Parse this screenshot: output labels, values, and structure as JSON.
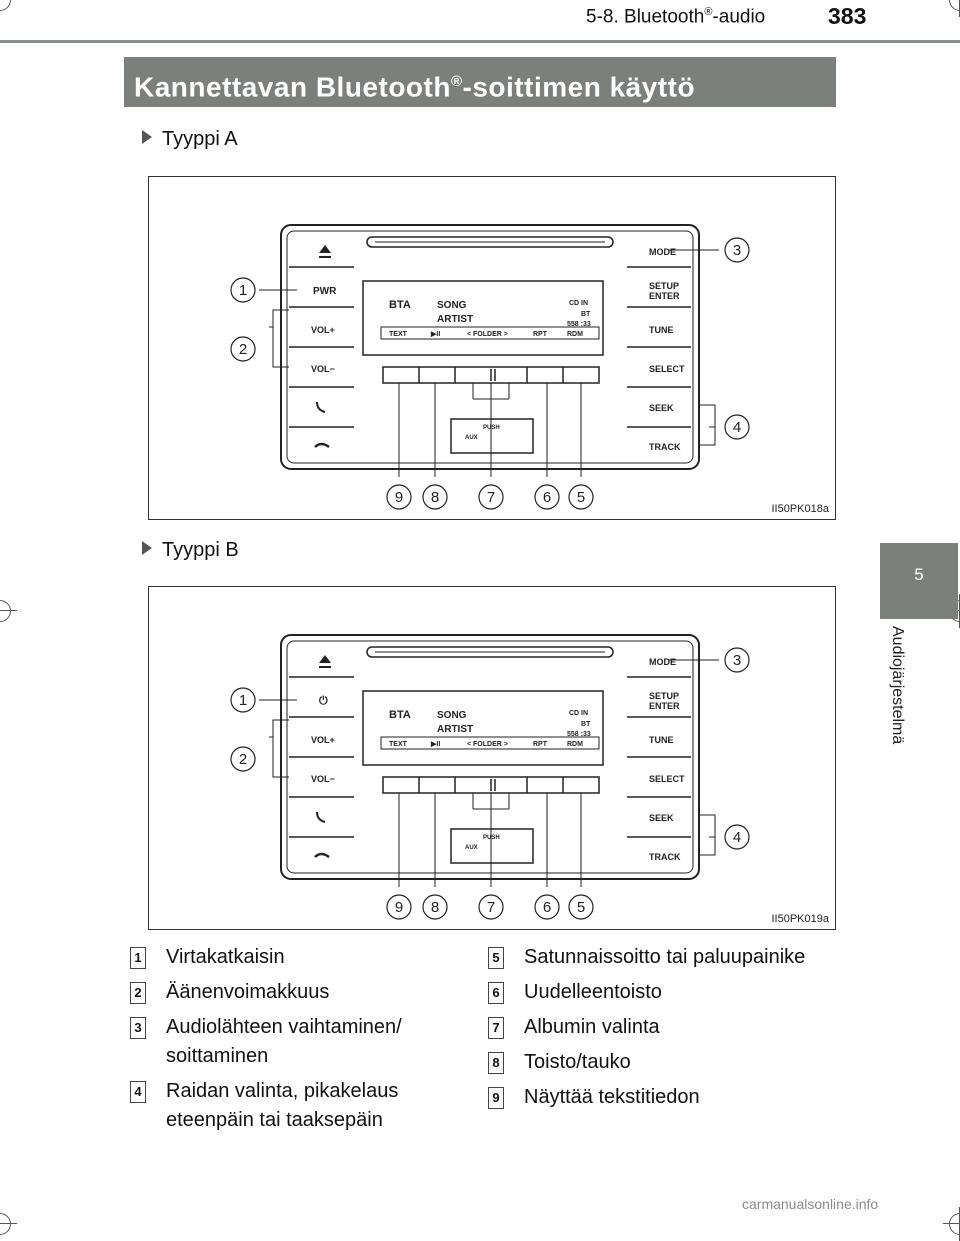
{
  "header": {
    "section": "5-8. Bluetooth",
    "section_sup": "®",
    "section_suffix": "-audio",
    "page": "383"
  },
  "title": {
    "main": "Kannettavan Bluetooth",
    "sup": "®",
    "suffix": "-soittimen käyttö"
  },
  "side_tab": {
    "number": "5",
    "label": "Audiojärjestelmä"
  },
  "figures": [
    {
      "type_label": "Tyyppi A",
      "code": "II50PK018a",
      "power_label": "PWR",
      "buttons_left": [
        "VOL+",
        "VOL−"
      ],
      "buttons_right": [
        "MODE",
        "SETUP",
        "ENTER",
        "TUNE",
        "SELECT",
        "SEEK",
        "TRACK"
      ],
      "display": {
        "source": "BTA",
        "song": "SONG",
        "artist": "ARTIST",
        "badge1": "CD IN",
        "badge2": "BT",
        "time": "558 :33"
      },
      "display_keys": [
        "TEXT",
        "▶II",
        "< FOLDER >",
        "RPT",
        "RDM"
      ],
      "usb": {
        "push": "PUSH",
        "aux": "AUX"
      },
      "callouts": [
        "1",
        "2",
        "3",
        "4",
        "5",
        "6",
        "7",
        "8",
        "9"
      ]
    },
    {
      "type_label": "Tyyppi B",
      "code": "II50PK019a",
      "power_label": "⏻",
      "buttons_left": [
        "VOL+",
        "VOL−"
      ],
      "buttons_right": [
        "MODE",
        "SETUP",
        "ENTER",
        "TUNE",
        "SELECT",
        "SEEK",
        "TRACK"
      ],
      "display": {
        "source": "BTA",
        "song": "SONG",
        "artist": "ARTIST",
        "badge1": "CD IN",
        "badge2": "BT",
        "time": "558 :33"
      },
      "display_keys": [
        "TEXT",
        "▶II",
        "< FOLDER >",
        "RPT",
        "RDM"
      ],
      "usb": {
        "push": "PUSH",
        "aux": "AUX"
      },
      "callouts": [
        "1",
        "2",
        "3",
        "4",
        "5",
        "6",
        "7",
        "8",
        "9"
      ]
    }
  ],
  "legend_left": [
    {
      "num": "1",
      "lines": [
        "Virtakatkaisin"
      ]
    },
    {
      "num": "2",
      "lines": [
        "Äänenvoimakkuus"
      ]
    },
    {
      "num": "3",
      "lines": [
        "Audiolähteen vaihtaminen/",
        "soittaminen"
      ]
    },
    {
      "num": "4",
      "lines": [
        "Raidan valinta, pikakelaus",
        "eteenpäin tai taaksepäin"
      ]
    }
  ],
  "legend_right": [
    {
      "num": "5",
      "lines": [
        "Satunnaissoitto tai paluupainike"
      ]
    },
    {
      "num": "6",
      "lines": [
        "Uudelleentoisto"
      ]
    },
    {
      "num": "7",
      "lines": [
        "Albumin valinta"
      ]
    },
    {
      "num": "8",
      "lines": [
        "Toisto/tauko"
      ]
    },
    {
      "num": "9",
      "lines": [
        "Näyttää tekstitiedon"
      ]
    }
  ],
  "watermark": "carmanualsonline.info",
  "colors": {
    "section_bar": "#7b807d",
    "header_line": "#8a8f8c"
  }
}
